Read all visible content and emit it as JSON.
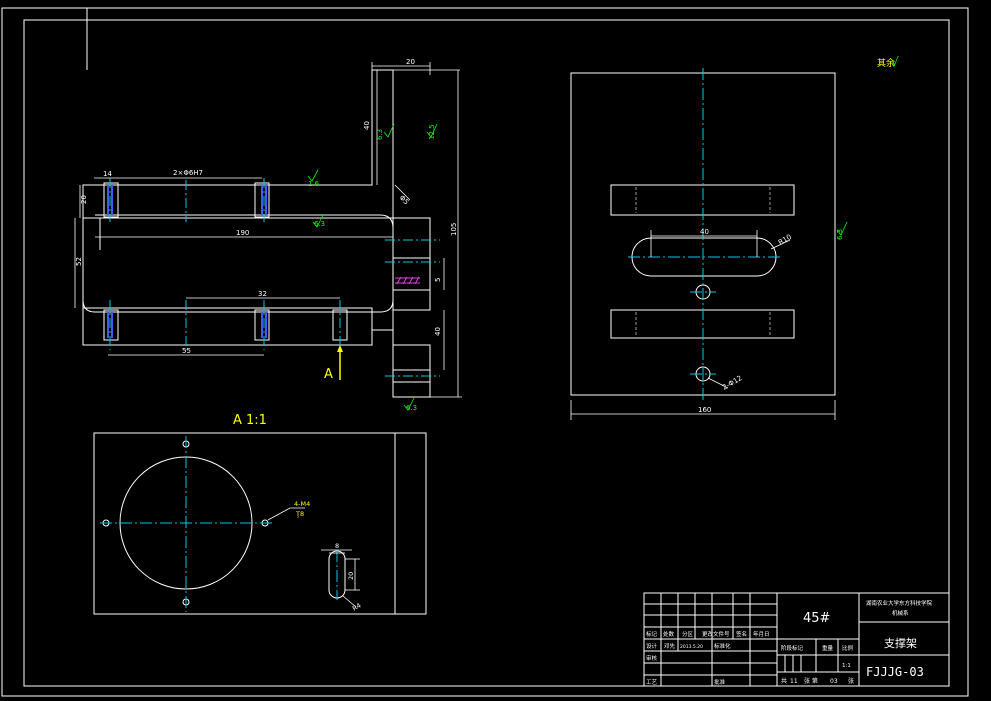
{
  "colors": {
    "background": "#000000",
    "outline": "#ffffff",
    "centerline": "#00c8e6",
    "dimension": "#ffffff",
    "roughness": "#00ff00",
    "label": "#ffff00",
    "hidden": "#3a5cff",
    "hatch": "#e040e0"
  },
  "front_view": {
    "dims": {
      "top_w": "20",
      "top_h": "40",
      "bore_spacing": "2×Φ6H7",
      "left_14": "14",
      "left_20": "20",
      "hole_depth": "Φ5",
      "length_190": "190",
      "height_52": "52",
      "overall_105": "105",
      "rt_5": "5",
      "rt_40": "40",
      "spacing_32": "32",
      "spacing_55": "55"
    },
    "roughness": {
      "r1": "6.3",
      "r2": "12.5",
      "r3": "1.6",
      "r4": "6.3",
      "r5": "6.3"
    },
    "view_label": "A"
  },
  "side_view": {
    "dims": {
      "slot_len": "40",
      "slot_r": "R10",
      "width_160": "160",
      "hole_dia": "2-Φ12"
    },
    "roughness": {
      "r1": "6.3"
    }
  },
  "detail_view": {
    "label": "A 1:1",
    "dims": {
      "thread": "4-M4",
      "thread_depth": "Ţ8",
      "slot_w": "8",
      "slot_h": "20",
      "slot_r": "R4"
    }
  },
  "general_roughness": {
    "text": "其余",
    "value": "√"
  },
  "title_block": {
    "material": "45#",
    "school": "湖南农业大学东方科技学院",
    "school_sub": "机械系",
    "part_name": "支撑架",
    "drawing_no": "FJJJG-03",
    "scale": "1:1",
    "sheet_total": "11",
    "sheet_no": "03",
    "labels": {
      "mark": "标记",
      "count": "处数",
      "zone": "分区",
      "change_doc": "更改文件号",
      "sign": "签名",
      "date": "年月日",
      "design": "设计",
      "designer": "邓先",
      "design_date": "2013.5.20",
      "standard": "标准化",
      "review": "审核",
      "process": "工艺",
      "approve": "批准",
      "stage": "阶段标记",
      "weight": "重量",
      "scale_label": "比例",
      "total_prefix": "共",
      "sheet_mid": "张  第",
      "sheet_suffix": "张"
    }
  }
}
